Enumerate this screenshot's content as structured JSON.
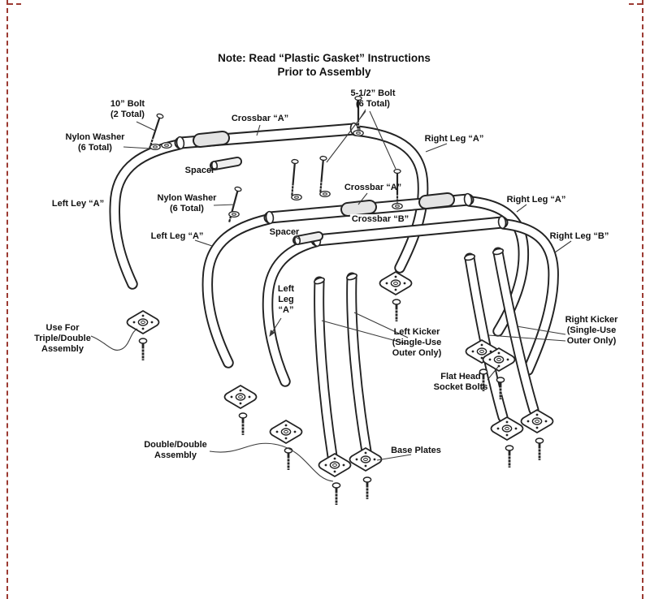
{
  "colors": {
    "ink": "#232323",
    "crop": "#9c3a32",
    "bg": "#ffffff"
  },
  "note": {
    "text": "Note: Read “Plastic Gasket” Instructions\nPrior to Assembly"
  },
  "labels": {
    "bolt_10": "10” Bolt\n(2 Total)",
    "crossbar_a_top": "Crossbar “A”",
    "bolt_5_half": "5-1/2” Bolt\n(6 Total)",
    "nylon_washer_top": "Nylon Washer\n(6 Total)",
    "right_leg_a_top": "Right Leg “A”",
    "spacer_top": "Spacer",
    "crossbar_a_mid": "Crossbar “A”",
    "nylon_washer_mid": "Nylon Washer\n(6 Total)",
    "right_leg_a_mid": "Right Leg “A”",
    "left_ley_a": "Left Ley “A”",
    "crossbar_b": "Crossbar “B”",
    "left_leg_a_mid": "Left Leg “A”",
    "spacer_mid": "Spacer",
    "right_leg_b": "Right Leg “B”",
    "left_leg_a_stacked": "Left\nLeg\n“A”",
    "left_kicker": "Left Kicker\n(Single-Use\nOuter Only)",
    "right_kicker": "Right Kicker\n(Single-Use\nOuter Only)",
    "use_for": "Use For\nTriple/Double\nAssembly",
    "flat_head": "Flat Head\nSocket Bolts",
    "double_double": "Double/Double\nAssembly",
    "base_plates": "Base Plates"
  }
}
